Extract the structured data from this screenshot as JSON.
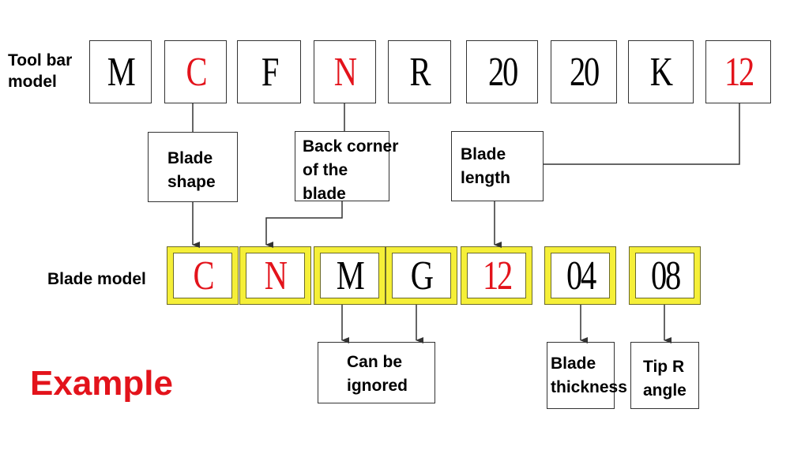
{
  "labels": {
    "tool_bar_model": "Tool bar\nmodel",
    "blade_model": "Blade model",
    "example": "Example"
  },
  "tool_bar_codes": [
    {
      "text": "M",
      "color": "#000000"
    },
    {
      "text": "C",
      "color": "#e3131b"
    },
    {
      "text": "F",
      "color": "#000000"
    },
    {
      "text": "N",
      "color": "#e3131b"
    },
    {
      "text": "R",
      "color": "#000000"
    },
    {
      "text": "20",
      "color": "#000000"
    },
    {
      "text": "20",
      "color": "#000000"
    },
    {
      "text": "K",
      "color": "#000000"
    },
    {
      "text": "12",
      "color": "#e3131b"
    }
  ],
  "blade_codes": [
    {
      "text": "C",
      "color": "#e3131b"
    },
    {
      "text": "N",
      "color": "#e3131b"
    },
    {
      "text": "M",
      "color": "#000000"
    },
    {
      "text": "G",
      "color": "#000000"
    },
    {
      "text": "12",
      "color": "#e3131b"
    },
    {
      "text": "04",
      "color": "#000000"
    },
    {
      "text": "08",
      "color": "#000000"
    }
  ],
  "descriptions": {
    "blade_shape": "Blade\nshape",
    "back_corner": "Back corner\nof the\nblade",
    "blade_length": "Blade\nlength",
    "can_be_ignored": "Can be\nignored",
    "blade_thickness": "Blade\nthickness",
    "tip_r_angle": "Tip R\nangle"
  },
  "colors": {
    "accent_red": "#e3131b",
    "frame_yellow": "#f5ef38"
  }
}
